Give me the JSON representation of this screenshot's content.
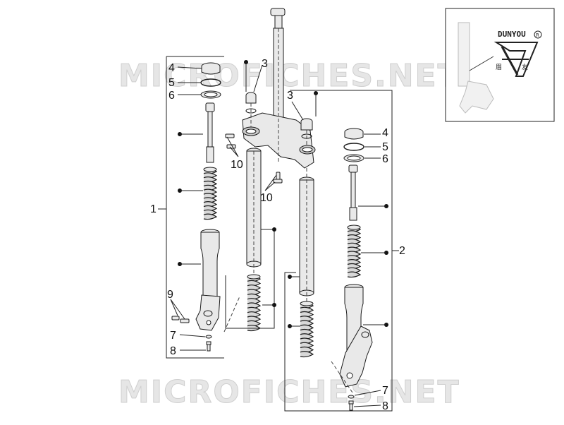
{
  "watermark": {
    "text": "MICROFICHES.NET"
  },
  "logo": {
    "brand_text": "DUNYOU",
    "registered_mark": "R",
    "chinese_text": [
      "眉",
      "友"
    ]
  },
  "callouts": {
    "assembly_left": "1",
    "assembly_right": "2",
    "left_4": "4",
    "left_5": "5",
    "left_6": "6",
    "left_3": "3",
    "left_10": "10",
    "left_9": "9",
    "left_7": "7",
    "left_8": "8",
    "right_3": "3",
    "right_4": "4",
    "right_5": "5",
    "right_6": "6",
    "right_10": "10",
    "right_7": "7",
    "right_8": "8"
  },
  "colors": {
    "line": "#1a1a1a",
    "part_fill": "#e9e9e9",
    "watermark": "#e6e6e6"
  }
}
